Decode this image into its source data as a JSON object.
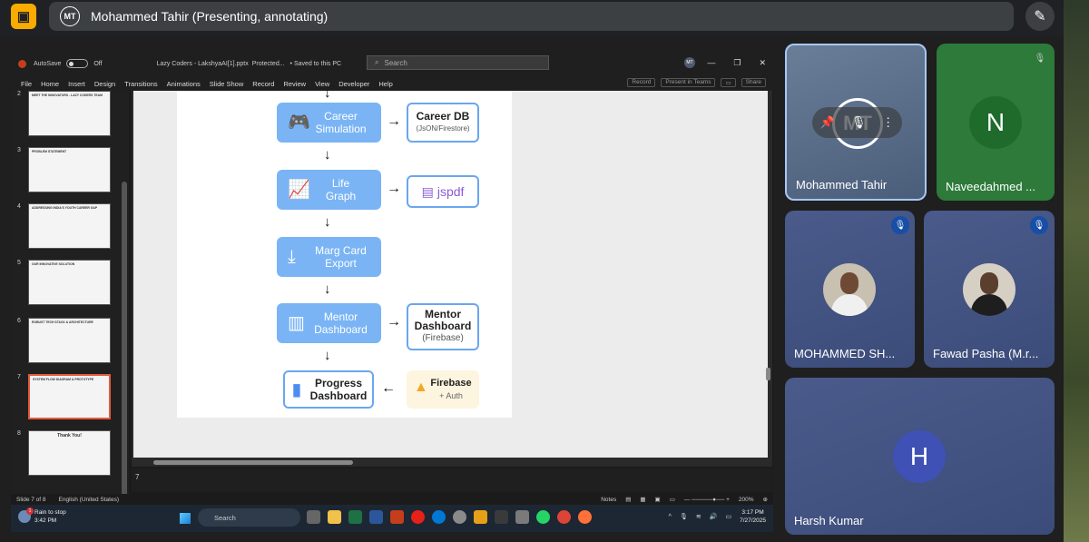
{
  "meet": {
    "presenter_initials": "MT",
    "presenter_banner": "Mohammed Tahir (Presenting, annotating)"
  },
  "ppt": {
    "autosave_label": "AutoSave",
    "autosave_state": "Off",
    "file_name": "Lazy Coders - LakshyaAI[1].pptx",
    "protected": "Protected...",
    "saved": "• Saved to this PC",
    "search_placeholder": "Search",
    "user_initials": "MT",
    "menu": [
      "File",
      "Home",
      "Insert",
      "Design",
      "Transitions",
      "Animations",
      "Slide Show",
      "Record",
      "Review",
      "View",
      "Developer",
      "Help"
    ],
    "record_label": "Record",
    "present_teams_label": "Present in Teams",
    "share_label": "Share",
    "thumbnails": [
      {
        "num": "2",
        "title": "MEET THE INNOVATORS - LAZY CODERS TEAM"
      },
      {
        "num": "3",
        "title": "PROBLEM STATEMENT"
      },
      {
        "num": "4",
        "title": "ADDRESSING INDIA'S YOUTH CAREER GAP"
      },
      {
        "num": "5",
        "title": "OUR INNOVATIVE SOLUTION"
      },
      {
        "num": "6",
        "title": "ROBUST TECH STACK & ARCHITECTURE"
      },
      {
        "num": "7",
        "title": "SYSTEM FLOW DIAGRAM & PROTOTYPE"
      },
      {
        "num": "8",
        "title": "Thank You!"
      }
    ],
    "slide": {
      "career_sim": "Career Simulation",
      "career_db_title": "Career DB",
      "career_db_sub": "(JsON/Firestore)",
      "life_graph": "Life Graph",
      "jspdf": "jspdf",
      "marg_card": "Marg Card Export",
      "mentor_dash": "Mentor Dashboard",
      "mentor_dash_fb_title": "Mentor Dashboard",
      "mentor_dash_fb_sub": "(Firebase)",
      "progress_dash": "Progress Dashboard",
      "firebase_title": "Firebase",
      "firebase_sub": "+ Auth"
    },
    "notes_text": "7",
    "status": {
      "slide_of": "Slide 7 of 8",
      "language": "English (United States)",
      "notes_label": "Notes",
      "zoom": "200%"
    }
  },
  "taskbar": {
    "weather_title": "Rain to stop",
    "weather_time": "3:42 PM",
    "weather_badge": "1",
    "search_label": "Search",
    "time": "3:17 PM",
    "date": "7/27/2025"
  },
  "participants": [
    {
      "name": "Mohammed Tahir",
      "initials": "MT"
    },
    {
      "name": "Naveedahmed ...",
      "initial": "N"
    },
    {
      "name": "MOHAMMED SH..."
    },
    {
      "name": "Fawad Pasha (M.r..."
    },
    {
      "name": "Harsh Kumar",
      "initial": "H"
    }
  ]
}
